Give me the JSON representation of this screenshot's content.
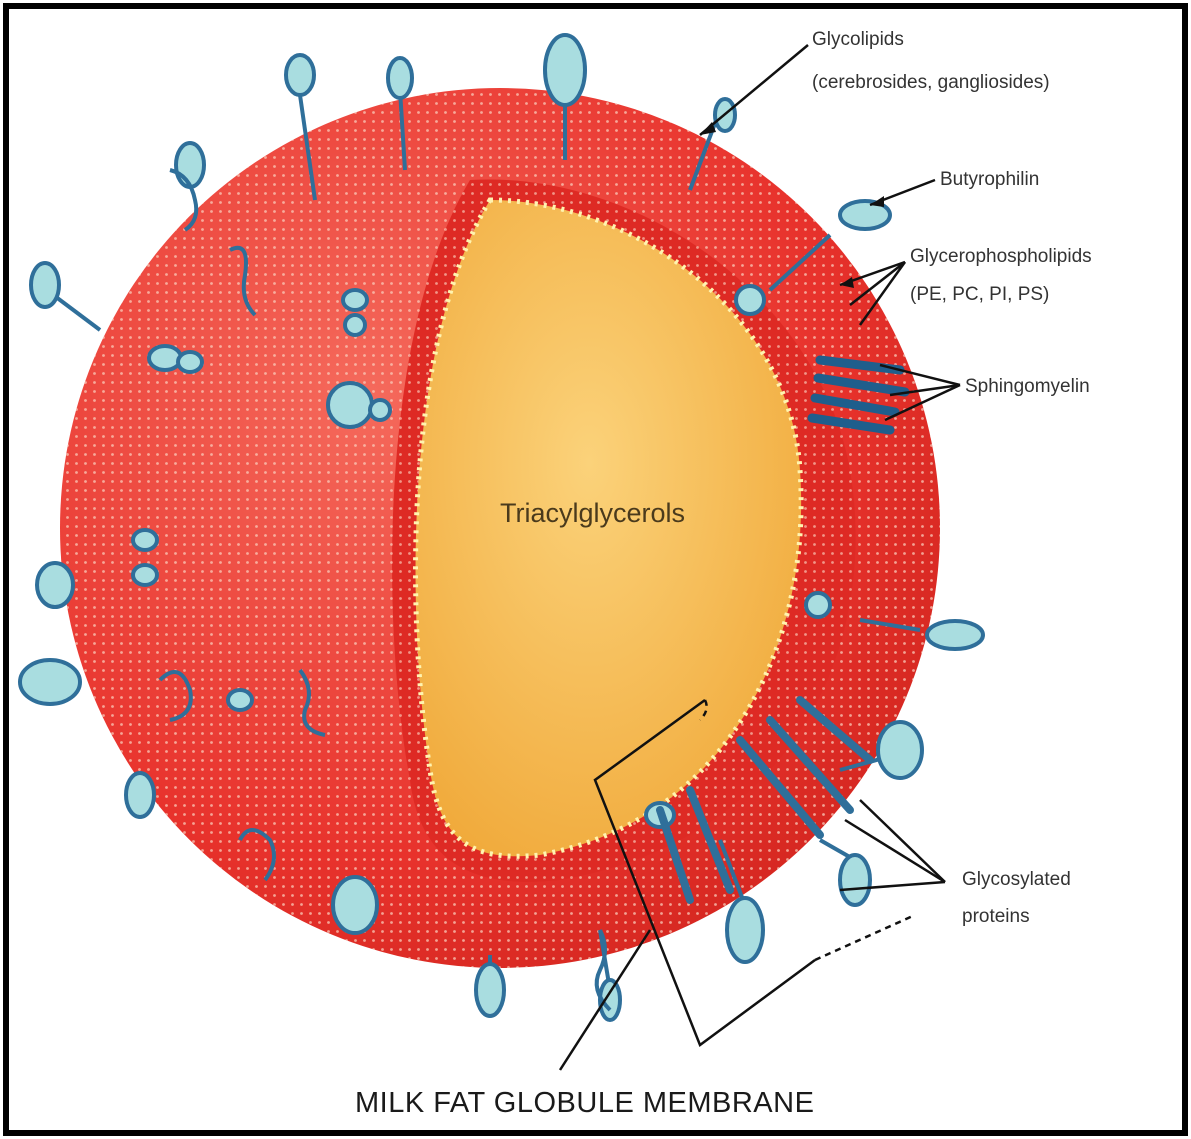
{
  "diagram": {
    "core_label": "Triacylglycerols",
    "title": "MILK FAT GLOBULE MEMBRANE",
    "labels": {
      "glycolipids_line1": "Glycolipids",
      "glycolipids_line2": "(cerebrosides, gangliosides)",
      "butyrophilin": "Butyrophilin",
      "glycerophospholipids_line1": "Glycerophospholipids",
      "glycerophospholipids_line2": "(PE, PC, PI, PS)",
      "sphingomyelin": "Sphingomyelin",
      "glycosylated_line1": "Glycosylated",
      "glycosylated_line2": "proteins"
    },
    "colors": {
      "membrane_red": "#e8322c",
      "membrane_light": "#f25a4c",
      "core_yellow": "#f6b84a",
      "core_light": "#fbd27a",
      "glyco_light_blue": "#a9dde0",
      "glyco_outline": "#2f6f9a",
      "frame": "#000000"
    }
  }
}
